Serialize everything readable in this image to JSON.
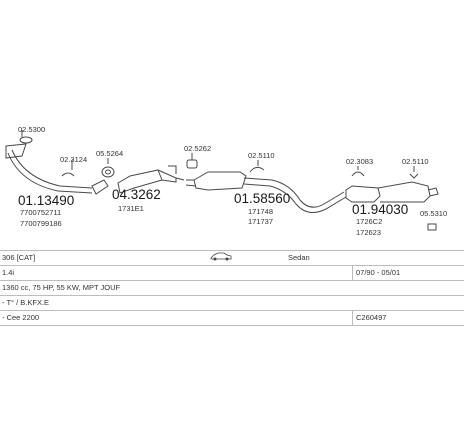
{
  "diagram": {
    "parts": [
      {
        "id": "p1",
        "number": "02.5300",
        "size": "small"
      },
      {
        "id": "p2",
        "number": "01.13490",
        "size": "big"
      },
      {
        "id": "p3",
        "number": "02.3124",
        "size": "small"
      },
      {
        "id": "p4",
        "number": "05.5264",
        "size": "small"
      },
      {
        "id": "p5",
        "number": "04.3262",
        "size": "big"
      },
      {
        "id": "p6",
        "number": "02.5262",
        "size": "small"
      },
      {
        "id": "p7",
        "number": "02.5110",
        "size": "small"
      },
      {
        "id": "p8",
        "number": "01.58560",
        "size": "big"
      },
      {
        "id": "p9",
        "number": "02.3083",
        "size": "small"
      },
      {
        "id": "p10",
        "number": "02.5110",
        "size": "small"
      },
      {
        "id": "p11",
        "number": "01.94030",
        "size": "big"
      },
      {
        "id": "p12",
        "number": "05.5310",
        "size": "small"
      }
    ],
    "oem_refs": {
      "p2_a": "7700752711",
      "p2_b": "7700799186",
      "p5": "1731E1",
      "p8_a": "171748",
      "p8_b": "171737",
      "p11_a": "1726C2",
      "p11_b": "172623"
    }
  },
  "table": {
    "row1": {
      "model": "306 [CAT]",
      "body": "Sedan"
    },
    "row2": {
      "engine": "1.4i",
      "years": "07/90 - 05/01"
    },
    "row3": {
      "spec": "1360 cc, 75 HP, 55 KW, MPT JOUF"
    },
    "row4": {
      "code": "- T° / B.KFX.E"
    },
    "row5": {
      "note": "- Cee 2200",
      "ref": "C260497"
    }
  },
  "colors": {
    "line": "#4a4a4a",
    "grid": "#bdbdbd"
  }
}
